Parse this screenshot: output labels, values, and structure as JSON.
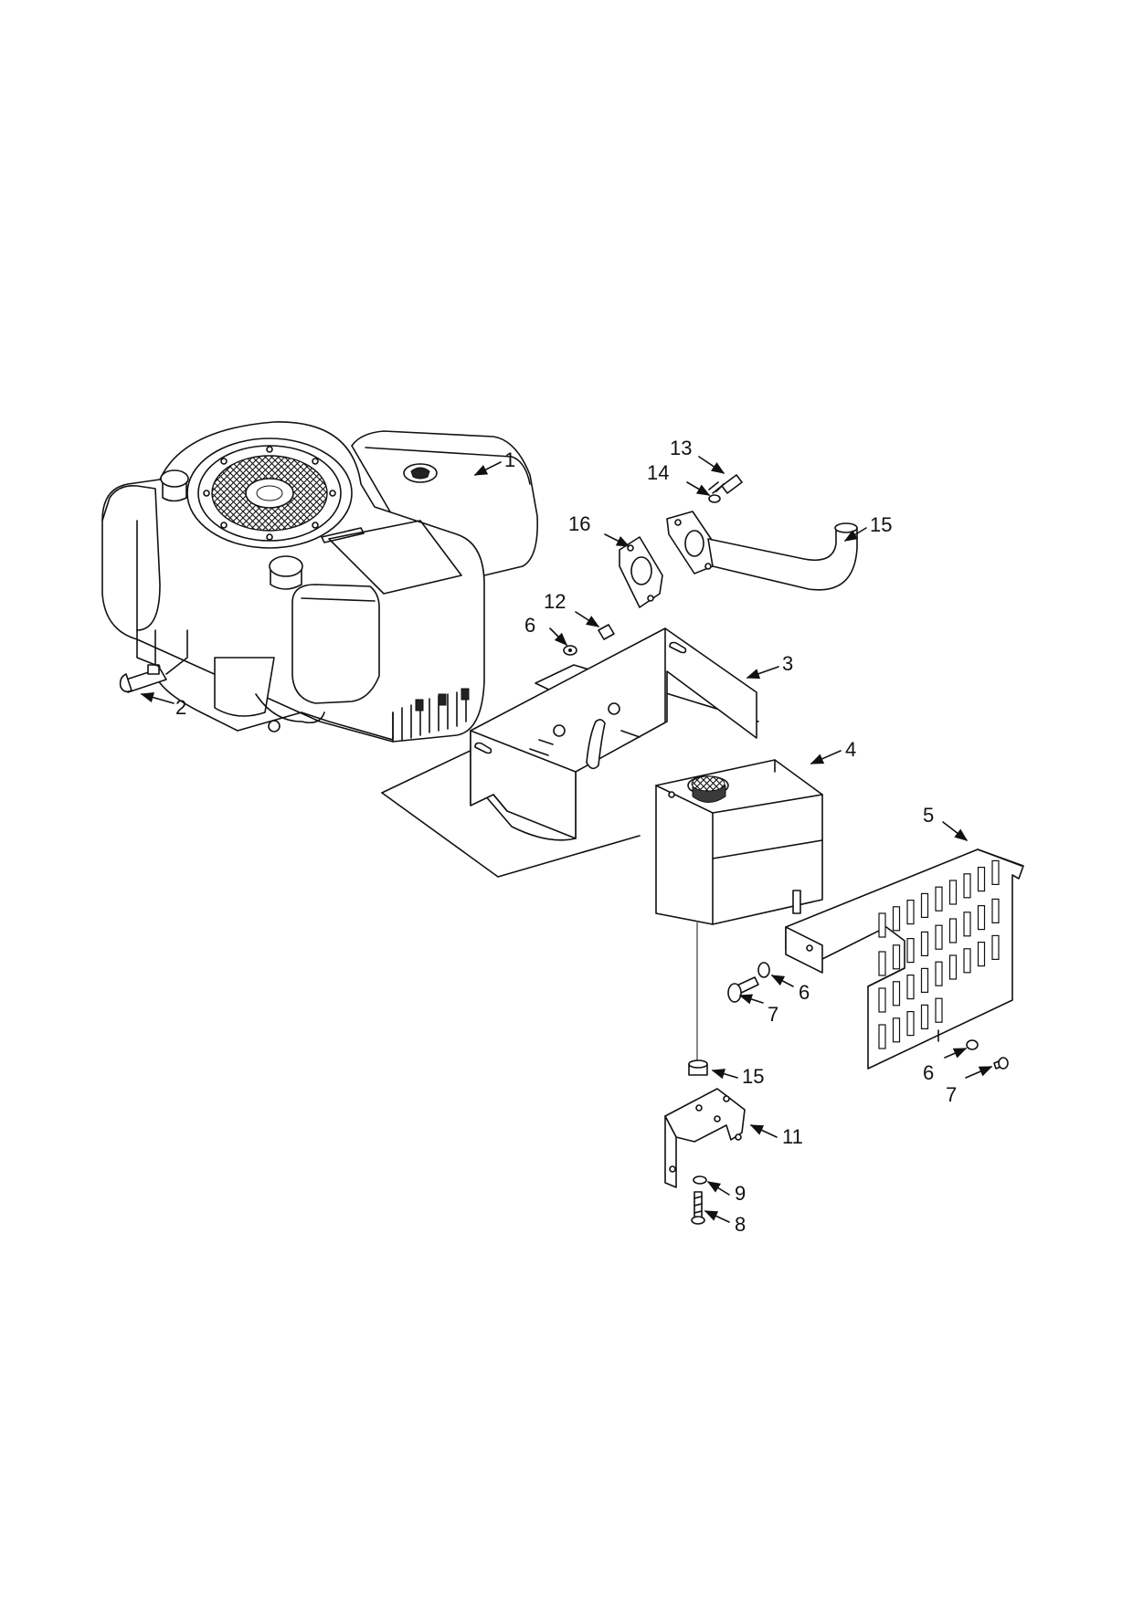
{
  "callouts": [
    {
      "id": "c1",
      "label": "1"
    },
    {
      "id": "c2",
      "label": "2"
    },
    {
      "id": "c3",
      "label": "3"
    },
    {
      "id": "c4",
      "label": "4"
    },
    {
      "id": "c5",
      "label": "5"
    },
    {
      "id": "c6a",
      "label": "6"
    },
    {
      "id": "c6b",
      "label": "6"
    },
    {
      "id": "c6c",
      "label": "6"
    },
    {
      "id": "c7a",
      "label": "7"
    },
    {
      "id": "c7b",
      "label": "7"
    },
    {
      "id": "c8",
      "label": "8"
    },
    {
      "id": "c9",
      "label": "9"
    },
    {
      "id": "c11",
      "label": "11"
    },
    {
      "id": "c12",
      "label": "12"
    },
    {
      "id": "c13",
      "label": "13"
    },
    {
      "id": "c14",
      "label": "14"
    },
    {
      "id": "c15a",
      "label": "15"
    },
    {
      "id": "c15b",
      "label": "15"
    },
    {
      "id": "c16",
      "label": "16"
    }
  ]
}
